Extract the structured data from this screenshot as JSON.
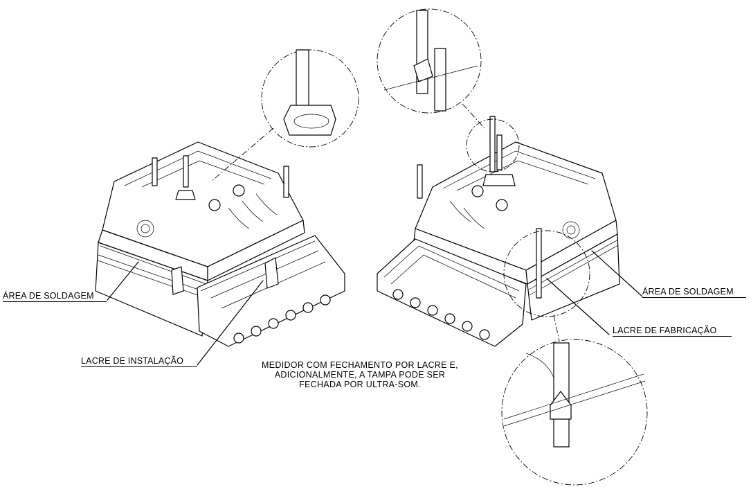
{
  "labels": {
    "weld_left": "ÁREA DE SOLDAGEM",
    "weld_right": "ÁREA DE SOLDAGEM",
    "seal_install": "LACRE DE INSTALAÇÃO",
    "seal_factory": "LACRE DE FABRICAÇÃO"
  },
  "note": {
    "line1": "MEDIDOR COM FECHAMENTO POR LACRE E,",
    "line2": "ADICIONALMENTE, A TAMPA PODE SER",
    "line3": "FECHADA POR ULTRA-SOM."
  }
}
